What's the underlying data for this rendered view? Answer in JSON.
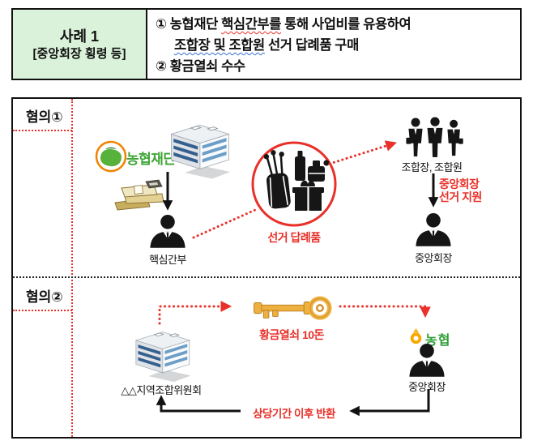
{
  "header": {
    "case_title": "사례 1",
    "case_subtitle": "[중앙회장 횡령 등]",
    "item1_bullet": "①",
    "item1_text_a": "농협재단 ",
    "item1_text_b": "핵심간부를",
    "item1_text_c": " 통해 사업비를 유용하여",
    "item1_text_d": "조합장 및 조합원",
    "item1_text_e": " 선거 답례품 구매",
    "item2_bullet": "②",
    "item2_text": "황금열쇠 수수"
  },
  "diagram": {
    "section1": {
      "label": "혐의①",
      "foundation_label": "농협재단",
      "executive_label": "핵심간부",
      "gifts_label": "선거 답례품",
      "members_label": "조합장, 조합원",
      "support_line1": "중앙회장",
      "support_line2": "선거 지원",
      "chairman_label": "중앙회장"
    },
    "section2": {
      "label": "혐의②",
      "committee_label": "△△지역조합위원회",
      "golden_key_label": "황금열쇠 10돈",
      "nh_label": "농협",
      "chairman_label": "중앙회장",
      "return_label": "상당기간 이후 반환"
    }
  },
  "colors": {
    "accent_red": "#e8312a",
    "nh_green": "#3fa535",
    "header_green_bg": "#daf2da",
    "gold": "#eeb03f"
  }
}
